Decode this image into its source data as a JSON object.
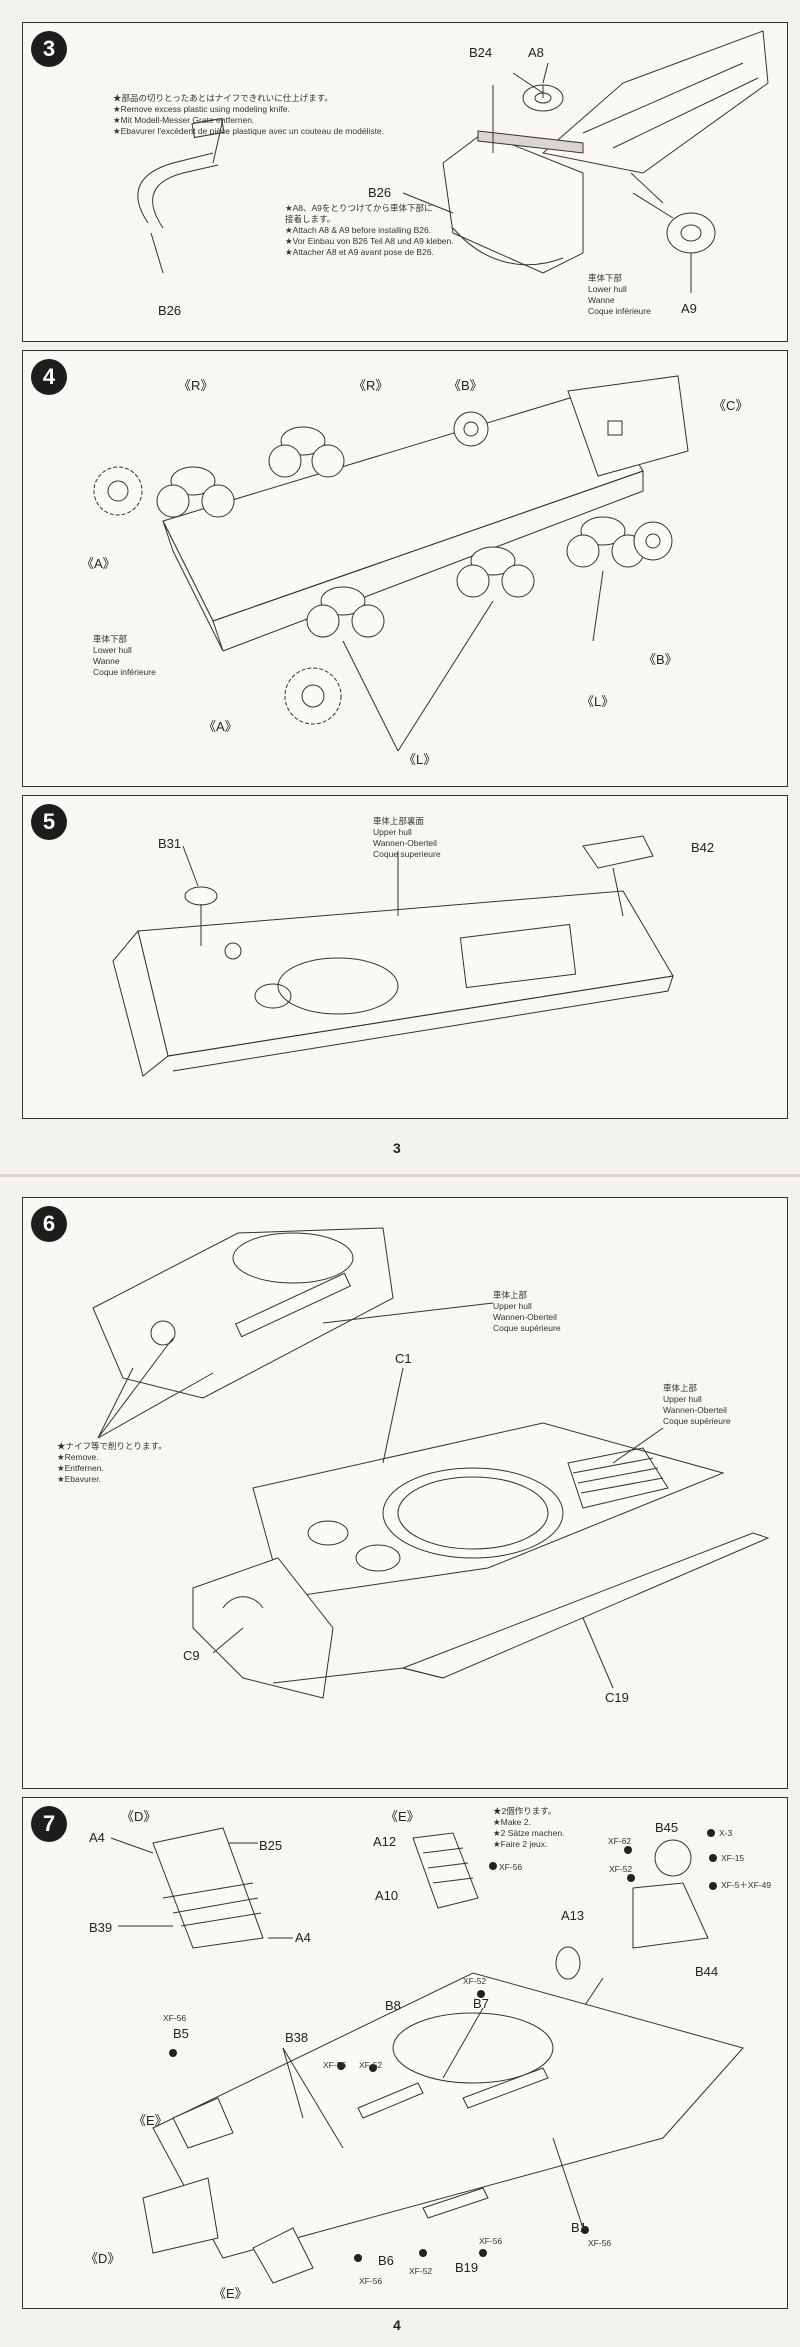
{
  "page3": {
    "page_number": "3",
    "step3": {
      "num": "3",
      "note_jp": "★部品の切りとったあとはナイフできれいに仕上げます。",
      "note_en": "★Remove excess plastic using modeling knife.",
      "note_de": "★Mit Modell-Messer Grate entfernen.",
      "note_fr": "★Ebavurer l'excédent de pièce plastique avec un couteau de modéliste.",
      "part_b26_left": "B26",
      "part_b24": "B24",
      "part_a8": "A8",
      "part_b26": "B26",
      "part_a9": "A9",
      "attach_jp": "★A8、A9をとりつけてから車体下部に",
      "attach_jp2": "接着します。",
      "attach_en": "★Attach A8 & A9 before installing B26.",
      "attach_de": "★Vor Einbau von B26 Teil A8 und A9 kleben.",
      "attach_fr": "★Attacher A8 et A9 avant pose de B26.",
      "hull_jp": "車体下部",
      "hull_en": "Lower hull",
      "hull_de": "Wanne",
      "hull_fr": "Coque inférieure"
    },
    "step4": {
      "num": "4",
      "r1": "《R》",
      "r2": "《R》",
      "b_top": "《B》",
      "c": "《C》",
      "a_left": "《A》",
      "a_bottom": "《A》",
      "b_right": "《B》",
      "l_right": "《L》",
      "l_bottom": "《L》",
      "hull_jp": "車体下部",
      "hull_en": "Lower hull",
      "hull_de": "Wanne",
      "hull_fr": "Coque inférieure"
    },
    "step5": {
      "num": "5",
      "part_b31": "B31",
      "part_b42": "B42",
      "hull_jp": "車体上部裏面",
      "hull_en": "Upper hull",
      "hull_de": "Wannen-Oberteil",
      "hull_fr": "Coque superieure"
    }
  },
  "page4": {
    "page_number": "4",
    "step6": {
      "num": "6",
      "remove_jp": "★ナイフ等で削りとります。",
      "remove_en": "★Remove.",
      "remove_de": "★Entfernen.",
      "remove_fr": "★Ebavurer.",
      "hull1_jp": "車体上部",
      "hull1_en": "Upper hull",
      "hull1_de": "Wannen-Oberteil",
      "hull1_fr": "Coque supérieure",
      "hull2_jp": "車体上部",
      "hull2_en": "Upper hull",
      "hull2_de": "Wannen-Oberteil",
      "hull2_fr": "Coque supérieure",
      "part_c1": "C1",
      "part_c9": "C9",
      "part_c19": "C19"
    },
    "step7": {
      "num": "7",
      "d_top": "《D》",
      "e_top": "《E》",
      "make2_jp": "★2個作ります。",
      "make2_en": "★Make 2.",
      "make2_de": "★2 Sätze machen.",
      "make2_fr": "★Faire 2 jeux.",
      "a4_top": "A4",
      "b25": "B25",
      "b39": "B39",
      "a4_bottom": "A4",
      "a12": "A12",
      "a10": "A10",
      "a13": "A13",
      "xf56_a": "XF-56",
      "b45": "B45",
      "b44": "B44",
      "c_x3": "X-3",
      "c_xf62": "XF-62",
      "c_xf15": "XF-15",
      "c_xf52": "XF-52",
      "c_mix": "XF-5＋XF-49",
      "xf52_b7": "XF-52",
      "b7": "B7",
      "b8": "B8",
      "xf56_b5": "XF-56",
      "b5": "B5",
      "b38": "B38",
      "xf56_b38": "XF-56",
      "xf52_b38": "XF-52",
      "e_left": "《E》",
      "d_left": "《D》",
      "e_bottom": "《E》",
      "b6": "B6",
      "xf56_b6": "XF-56",
      "xf52_b19": "XF-52",
      "b19": "B19",
      "xf56_b19": "XF-56",
      "b1": "B1",
      "xf56_b1": "XF-56"
    }
  }
}
